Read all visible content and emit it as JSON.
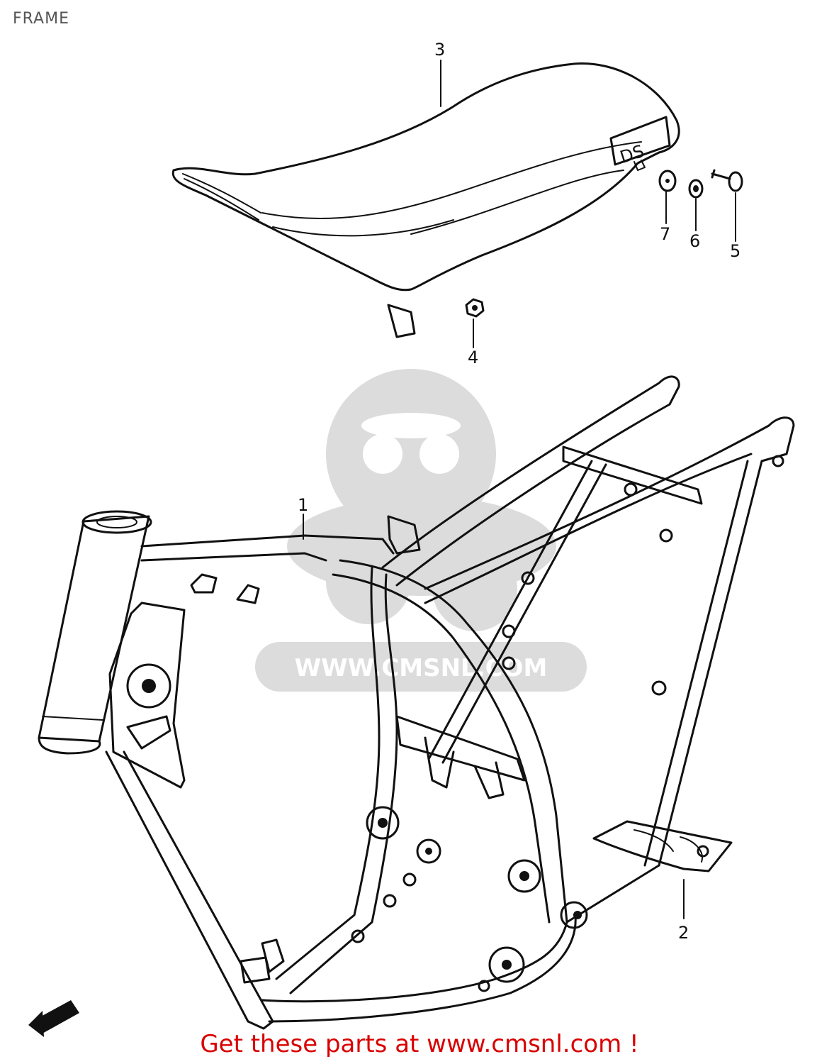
{
  "page": {
    "title": "FRAME"
  },
  "callouts": [
    {
      "id": "1",
      "label": "1"
    },
    {
      "id": "2",
      "label": "2"
    },
    {
      "id": "3",
      "label": "3"
    },
    {
      "id": "4",
      "label": "4"
    },
    {
      "id": "5",
      "label": "5"
    },
    {
      "id": "6",
      "label": "6"
    },
    {
      "id": "7",
      "label": "7"
    }
  ],
  "seat_logo": "DS",
  "watermark": {
    "text": "WWW.CMSNL.COM",
    "color": "#d8d8d8"
  },
  "footer": {
    "text": "Get these parts at www.cmsnl.com !",
    "color": "#d90000"
  },
  "icons": [
    "front-arrow-icon"
  ]
}
